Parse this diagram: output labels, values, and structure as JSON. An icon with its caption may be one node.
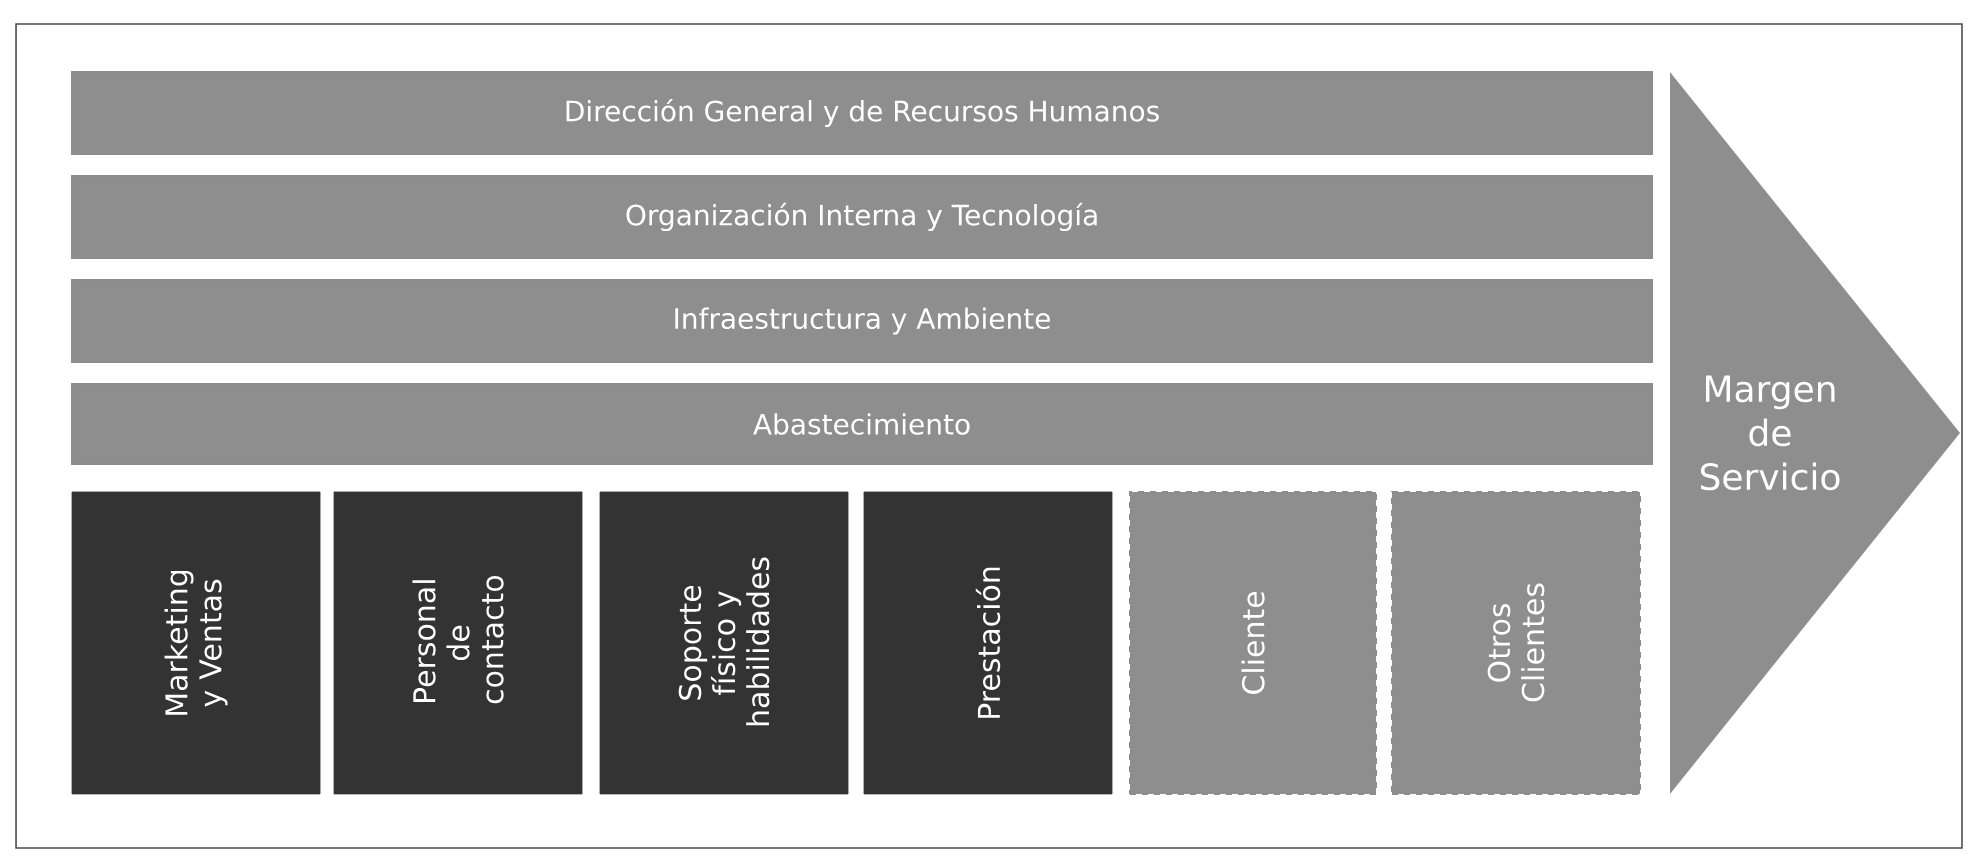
{
  "diagram": {
    "nodes": [
      {
        "text": [
          "Dirección General y de Recursos Humanos"
        ]
      },
      {
        "text": [
          "Organización Interna y Tecnología"
        ]
      },
      {
        "text": [
          "Infraestructura y Ambiente"
        ]
      },
      {
        "text": [
          "Abastecimiento"
        ]
      },
      {
        "text": [
          "Marketing y Ventas"
        ]
      },
      {
        "text": [
          "Personal de contacto"
        ]
      },
      {
        "text": [
          "Soporte físico y habilidades"
        ]
      },
      {
        "text": [
          "Prestación"
        ]
      },
      {
        "text": [
          "Cliente"
        ]
      },
      {
        "text": [
          "Otros Clientes"
        ]
      },
      {
        "text": [
          "Margen de Servicio"
        ]
      }
    ]
  }
}
